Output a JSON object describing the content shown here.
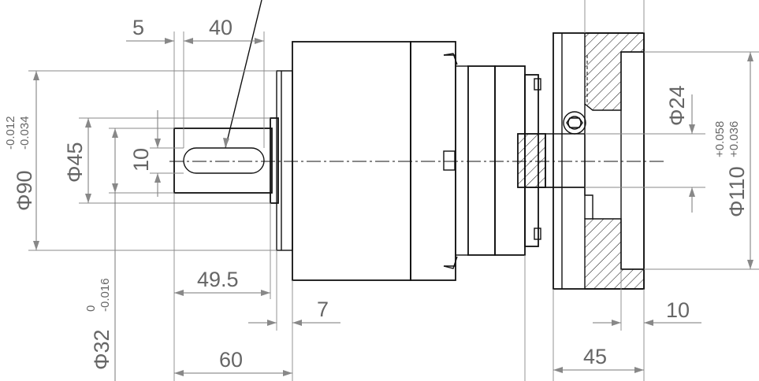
{
  "drawing": {
    "dimensions": {
      "keyway_offset": "5",
      "keyway_length": "40",
      "key_width": "10",
      "shaft_diameter": "Φ45",
      "pilot_diameter": "Φ90",
      "pilot_tol_upper": "-0.012",
      "pilot_tol_lower": "-0.034",
      "output_shaft_diameter": "Φ32",
      "output_tol_upper": "0",
      "output_tol_lower": "-0.016",
      "shoulder_to_face": "49.5",
      "flange_thickness": "7",
      "shaft_length": "60",
      "bore_diameter": "Φ24",
      "input_flange_diameter": "Φ110",
      "input_tol_upper": "+0.058",
      "input_tol_lower": "+0.036",
      "adapter_depth": "45",
      "adapter_offset": "10"
    }
  }
}
